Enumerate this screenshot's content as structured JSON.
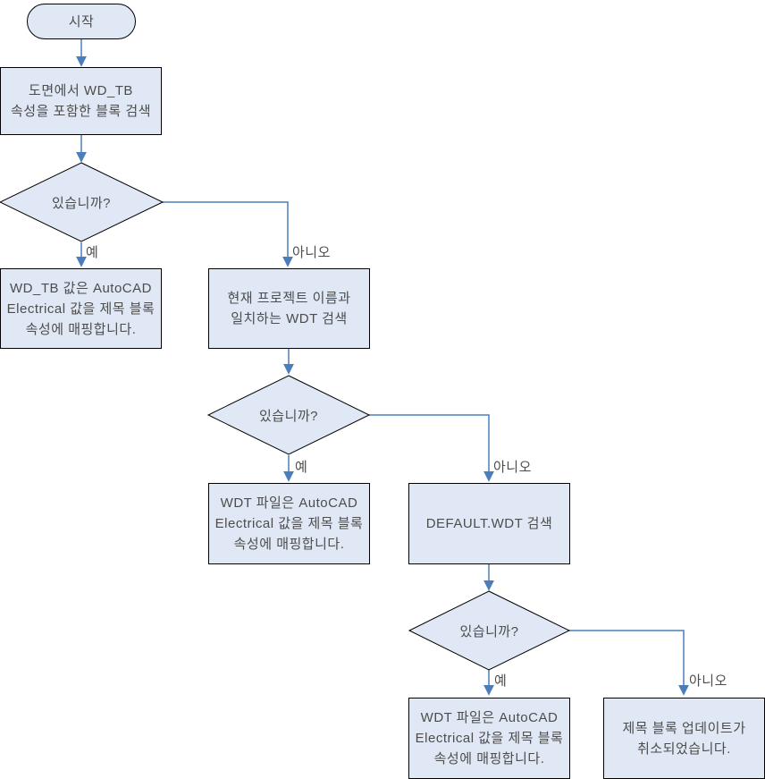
{
  "colors": {
    "shape_fill": "#dfe8f4",
    "shape_border": "#000000",
    "arrow": "#4a7ebb",
    "text": "#4d4d4d"
  },
  "flowchart": {
    "nodes": {
      "start": {
        "label": "시작"
      },
      "search_wdtb_block": {
        "label": "도면에서 WD_TB\n속성을 포함한 블록 검색"
      },
      "has_wdtb": {
        "label": "있습니까?"
      },
      "map_wdtb": {
        "label": "WD_TB 값은 AutoCAD\nElectrical 값을 제목 블록\n속성에 매핑합니다."
      },
      "search_project_wdt": {
        "label": "현재 프로젝트 이름과\n일치하는 WDT 검색"
      },
      "has_project_wdt": {
        "label": "있습니까?"
      },
      "map_wdt_file": {
        "label": "WDT 파일은 AutoCAD\nElectrical 값을 제목 블록\n속성에 매핑합니다."
      },
      "search_default_wdt": {
        "label": "DEFAULT.WDT 검색"
      },
      "has_default_wdt": {
        "label": "있습니까?"
      },
      "map_default_wdt": {
        "label": "WDT 파일은 AutoCAD\nElectrical 값을 제목 블록\n속성에 매핑합니다."
      },
      "update_cancelled": {
        "label": "제목 블록 업데이트가\n취소되었습니다."
      }
    },
    "edge_labels": {
      "yes1": "예",
      "no1": "아니오",
      "yes2": "예",
      "no2": "아니오",
      "yes3": "예",
      "no3": "아니오"
    }
  }
}
